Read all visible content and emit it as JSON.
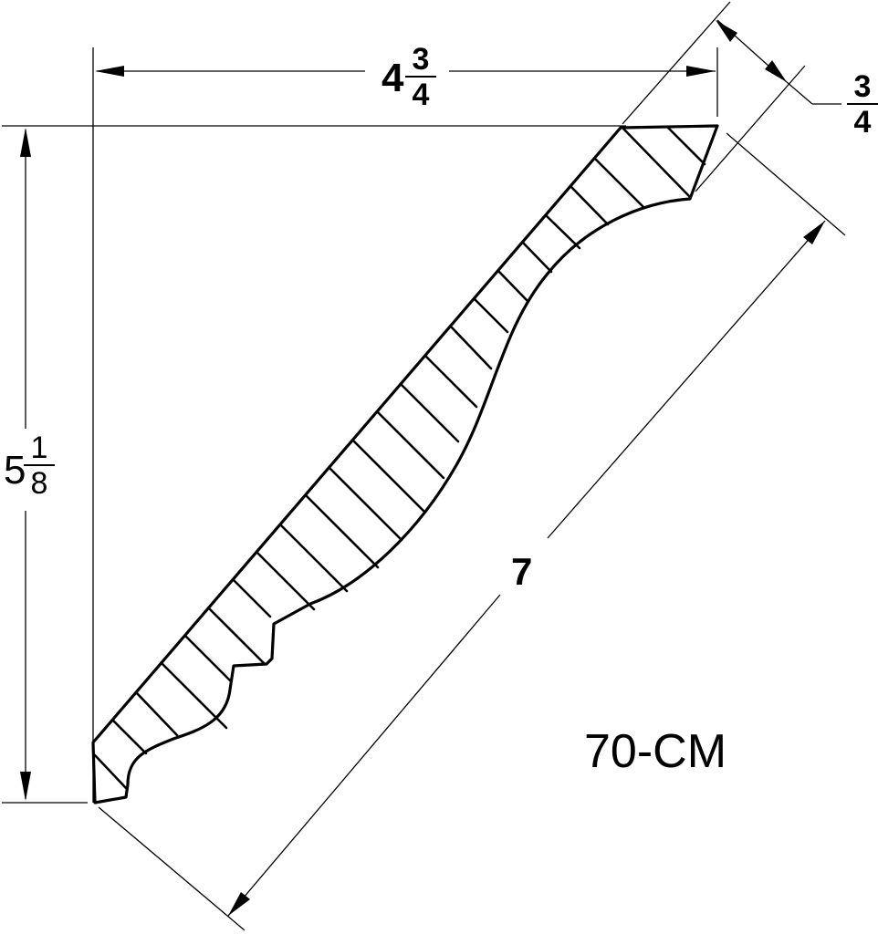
{
  "drawing": {
    "part_label": "70-CM",
    "stroke_color": "#000000",
    "background_color": "#ffffff"
  },
  "dimensions": {
    "width": {
      "whole": "4",
      "numerator": "3",
      "denominator": "4",
      "value_in": 4.75
    },
    "height": {
      "whole": "5",
      "numerator": "1",
      "denominator": "8",
      "value_in": 5.125
    },
    "thickness": {
      "whole": "",
      "numerator": "3",
      "denominator": "4",
      "value_in": 0.75
    },
    "diagonal": {
      "label": "7",
      "value_in": 7
    }
  }
}
